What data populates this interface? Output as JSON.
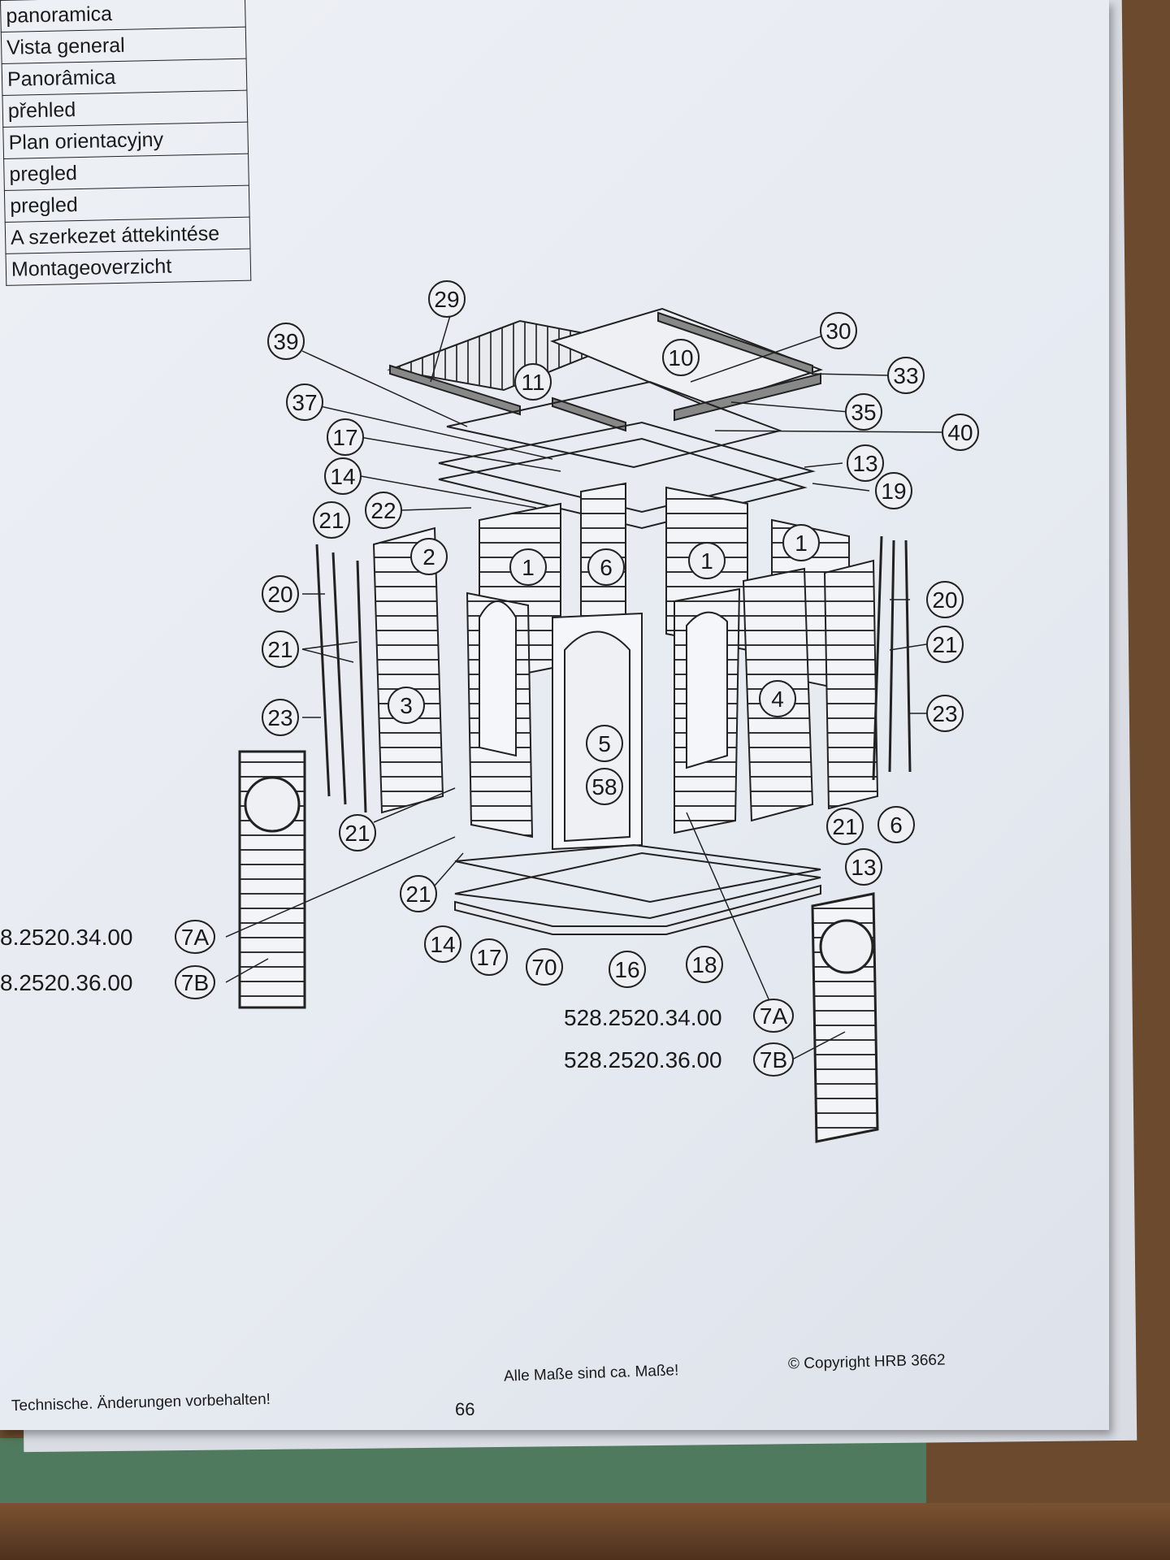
{
  "legend": {
    "rows": [
      {
        "text": "panoramica"
      },
      {
        "text": "Vista general"
      },
      {
        "text": "Panorâmica"
      },
      {
        "text": "přehled"
      },
      {
        "text": "Plan orientacyjny"
      },
      {
        "text": "pregled"
      },
      {
        "text": "pregled"
      },
      {
        "text": "A szerkezet áttekintése"
      },
      {
        "text": "Montageoverzicht"
      }
    ]
  },
  "part_numbers": {
    "left_7A": "8.2520.34.00",
    "left_7B": "8.2520.36.00",
    "right_7A": "528.2520.34.00",
    "right_7B": "528.2520.36.00"
  },
  "callouts": {
    "c29": "29",
    "c39": "39",
    "c11": "11",
    "c10": "10",
    "c30": "30",
    "c33": "33",
    "c37": "37",
    "c35": "35",
    "c40": "40",
    "c17a": "17",
    "c13a": "13",
    "c14a": "14",
    "c19": "19",
    "c21a": "21",
    "c22": "22",
    "c2": "2",
    "c1a": "1",
    "c6a": "6",
    "c1b": "1",
    "c1c": "1",
    "c20a": "20",
    "c20b": "20",
    "c21b": "21",
    "c21c": "21",
    "c23a": "23",
    "c23b": "23",
    "c3": "3",
    "c4": "4",
    "c5": "5",
    "c58": "58",
    "c21d": "21",
    "c21e": "21",
    "c6b": "6",
    "c13b": "13",
    "c21f": "21",
    "c14b": "14",
    "c17b": "17",
    "c70": "70",
    "c16": "16",
    "c18": "18",
    "c7A_left": "7A",
    "c7B_left": "7B",
    "c7A_right": "7A",
    "c7B_right": "7B"
  },
  "footer": {
    "left": "Technische. Änderungen vorbehalten!",
    "page_number": "66",
    "center": "Alle Maße sind ca. Maße!",
    "copyright": "© Copyright HRB 3662"
  }
}
